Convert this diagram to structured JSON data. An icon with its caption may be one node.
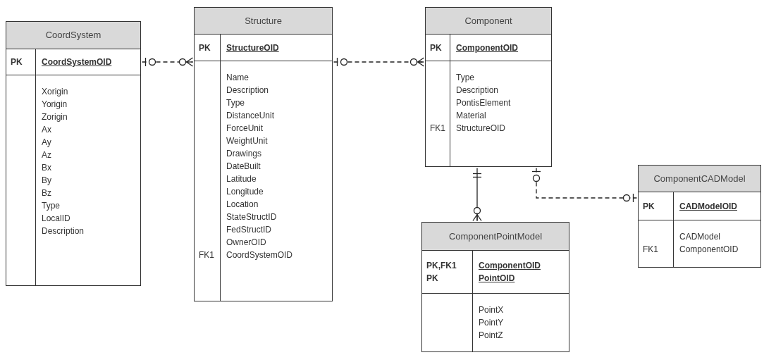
{
  "diagram": {
    "nodes": [
      {
        "text": [
          "CoordSystem"
        ]
      },
      {
        "text": [
          "PK"
        ],
        "in": 0
      },
      {
        "text": [
          "CoordSystemOID"
        ],
        "in": 0
      },
      {
        "text": [],
        "shape": "box",
        "in": 0
      },
      {
        "text": [
          "Xorigin",
          "Yorigin",
          "Zorigin",
          "Ax",
          "Ay",
          "Az",
          "Bx",
          "By",
          "Bz",
          "Type",
          "LocalID",
          "Description"
        ],
        "in": 0
      },
      {
        "text": [
          "Structure"
        ]
      },
      {
        "text": [
          "PK"
        ],
        "in": 5
      },
      {
        "text": [
          "StructureOID"
        ],
        "in": 5
      },
      {
        "text": [
          "FK1"
        ],
        "in": 5
      },
      {
        "text": [
          "Name",
          "Description",
          "Type",
          "DistanceUnit",
          "ForceUnit",
          "WeightUnit",
          "Drawings",
          "DateBuilt",
          "Latitude",
          "Longitude",
          "Location",
          "StateStructID",
          "FedStructID",
          "OwnerOID",
          "CoordSystemOID"
        ],
        "in": 5
      },
      {
        "text": [
          "Component"
        ]
      },
      {
        "text": [
          "PK"
        ],
        "in": 10
      },
      {
        "text": [
          "ComponentOID"
        ],
        "in": 10
      },
      {
        "text": [
          "FK1"
        ],
        "in": 10
      },
      {
        "text": [
          "Type",
          "Description",
          "PontisElement",
          "Material",
          "StructureOID"
        ],
        "in": 10
      },
      {
        "text": [
          "ComponentCADModel"
        ]
      },
      {
        "text": [
          "PK"
        ],
        "in": 15
      },
      {
        "text": [
          "CADModelOID"
        ],
        "in": 15
      },
      {
        "text": [
          "FK1"
        ],
        "in": 15
      },
      {
        "text": [
          "CADModel",
          "ComponentOID"
        ],
        "in": 15
      },
      {
        "text": [
          "ComponentPointModel"
        ]
      },
      {
        "text": [
          "PK,FK1",
          "PK"
        ],
        "in": 20
      },
      {
        "text": [
          "ComponentOID",
          "PointOID"
        ],
        "in": 20
      },
      {
        "text": [],
        "shape": "box",
        "in": 20
      },
      {
        "text": [
          "PointX",
          "PointY",
          "PointZ"
        ],
        "in": 20
      }
    ],
    "edges": [
      {
        "from": 0,
        "to": 5,
        "arrow": "other",
        "style": "dashed"
      },
      {
        "from": 5,
        "to": 10,
        "arrow": "other",
        "style": "dashed"
      },
      {
        "from": 10,
        "to": 20,
        "arrow": "other"
      },
      {
        "from": 10,
        "to": 15,
        "arrow": "other",
        "style": "dashed"
      }
    ]
  }
}
